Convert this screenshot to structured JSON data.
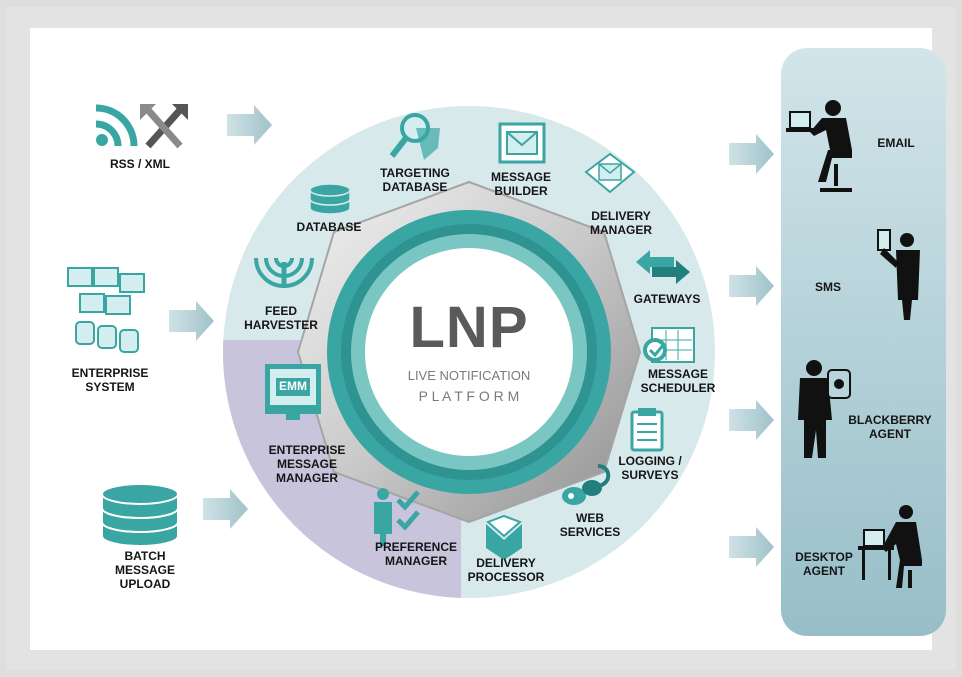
{
  "core": {
    "logo": "LNP",
    "subtitle_line1": "LIVE NOTIFICATION",
    "subtitle_line2": "P L A T F O R M"
  },
  "sources": [
    {
      "label": "RSS / XML",
      "icon": "rss-icon"
    },
    {
      "label": "ENTERPRISE\nSYSTEM",
      "icon": "enterprise-system-icon"
    },
    {
      "label": "BATCH\nMESSAGE\nUPLOAD",
      "icon": "database-stack-icon"
    }
  ],
  "modules": [
    {
      "label": "TARGETING\nDATABASE",
      "icon": "magnifier-icon"
    },
    {
      "label": "MESSAGE\nBUILDER",
      "icon": "envelope-icon"
    },
    {
      "label": "DELIVERY\nMANAGER",
      "icon": "routing-envelope-icon"
    },
    {
      "label": "GATEWAYS",
      "icon": "double-arrow-icon"
    },
    {
      "label": "MESSAGE\nSCHEDULER",
      "icon": "calendar-check-icon"
    },
    {
      "label": "LOGGING /\nSURVEYS",
      "icon": "clipboard-icon"
    },
    {
      "label": "WEB\nSERVICES",
      "icon": "plug-icon"
    },
    {
      "label": "DELIVERY\nPROCESSOR",
      "icon": "inbox-arrow-icon"
    },
    {
      "label": "PREFERENCE\nMANAGER",
      "icon": "person-checks-icon"
    },
    {
      "label": "ENTERPRISE\nMESSAGE\nMANAGER",
      "icon": "emm-monitor-icon"
    },
    {
      "label": "FEED\nHARVESTER",
      "icon": "antenna-icon"
    },
    {
      "label": "DATABASE",
      "icon": "database-icon"
    }
  ],
  "emm_badge": "EMM",
  "channels": [
    {
      "label": "EMAIL",
      "icon": "laptop-user-icon"
    },
    {
      "label": "SMS",
      "icon": "phone-user-icon"
    },
    {
      "label": "BLACKBERRY\nAGENT",
      "icon": "blackberry-user-icon"
    },
    {
      "label": "DESKTOP\nAGENT",
      "icon": "desktop-user-icon"
    }
  ],
  "colors": {
    "teal": "#3aa6a4",
    "teal_dark": "#21807e",
    "ring_bg": "#d8e9ec",
    "lavender": "#c8c4dc",
    "panel_top": "#cfe2e7",
    "panel_bottom": "#9ec2cb",
    "arrow": "#a9c8cf",
    "silhouette": "#111111",
    "metal": "#bcbcbc"
  }
}
